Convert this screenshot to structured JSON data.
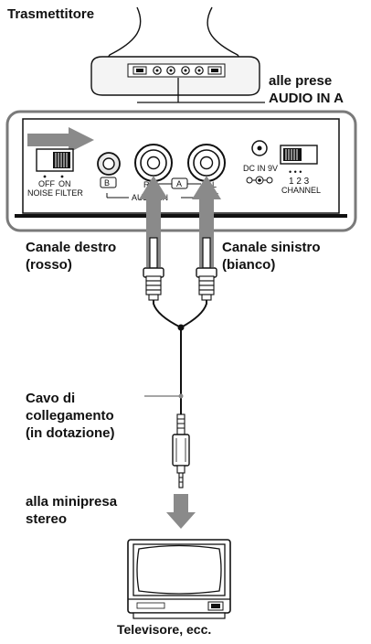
{
  "labels": {
    "transmitter": "Trasmettitore",
    "to_jacks": "alle prese\nAUDIO IN A",
    "right_channel": "Canale destro\n(rosso)",
    "left_channel": "Canale sinistro\n(bianco)",
    "cable": "Cavo di\ncollegamento\n(in dotazione)",
    "to_minijack": "alla minipresa\nstereo",
    "tv": "Televisore, ecc."
  },
  "panel": {
    "switch_off": "OFF",
    "switch_on": "ON",
    "noise_filter": "NOISE FILTER",
    "jack_b": "B",
    "jack_a": "A",
    "audio_in": "AUDIO IN",
    "r": "R",
    "l": "L",
    "dc_in": "DC IN 9V",
    "channel_dots": "• • •",
    "channel_numbers": "1 2 3",
    "channel": "CHANNEL"
  },
  "colors": {
    "arrow": "#8a8a8a",
    "line": "#111111",
    "panel_border": "#7a7a7a"
  }
}
